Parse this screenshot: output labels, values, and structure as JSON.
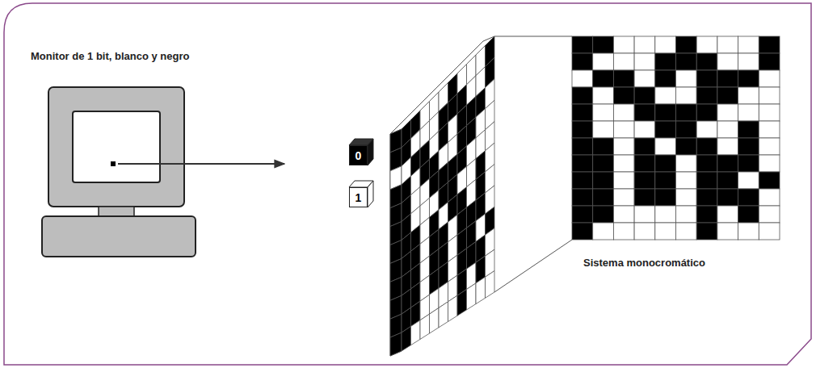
{
  "diagram": {
    "nodes": [
      {
        "text": [
          "0"
        ]
      },
      {
        "text": [
          "1"
        ]
      }
    ],
    "labels": [
      "Monitor de 1 bit, blanco y negro",
      "Sistema monocromático"
    ]
  }
}
